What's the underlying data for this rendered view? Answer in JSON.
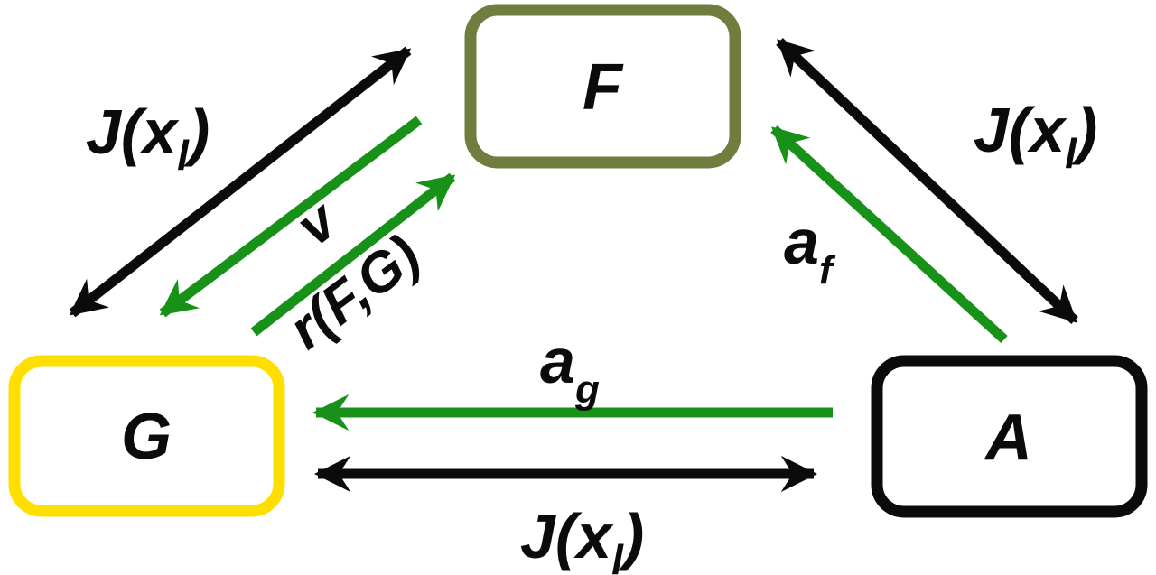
{
  "colors": {
    "black": "#0b0b0b",
    "green": "#179117",
    "olive": "#6f7d3f",
    "yellow": "#ffdf00"
  },
  "nodes": {
    "f": {
      "label": "F",
      "border": "olive"
    },
    "g": {
      "label": "G",
      "border": "yellow"
    },
    "a": {
      "label": "A",
      "border": "black"
    }
  },
  "labels": {
    "jx": {
      "main": "J(x",
      "sub": "l",
      "close": ")"
    },
    "v": "v",
    "rfg": "r(F,G)",
    "af": {
      "main": "a",
      "sub": "f"
    },
    "ag": {
      "main": "a",
      "sub": "g"
    }
  },
  "edges": [
    {
      "between": "G and F",
      "style": "double-headed",
      "color": "black",
      "label": "J(x_l)"
    },
    {
      "between": "F to G",
      "style": "single-headed",
      "color": "green",
      "label": "v"
    },
    {
      "between": "G to F",
      "style": "single-headed",
      "color": "green",
      "label": "r(F,G)"
    },
    {
      "between": "A and F",
      "style": "double-headed",
      "color": "black",
      "label": "J(x_l)"
    },
    {
      "between": "A to F",
      "style": "single-headed",
      "color": "green",
      "label": "a_f"
    },
    {
      "between": "A to G",
      "style": "single-headed",
      "color": "green",
      "label": "a_g"
    },
    {
      "between": "G and A",
      "style": "double-headed",
      "color": "black",
      "label": "J(x_l)"
    }
  ]
}
